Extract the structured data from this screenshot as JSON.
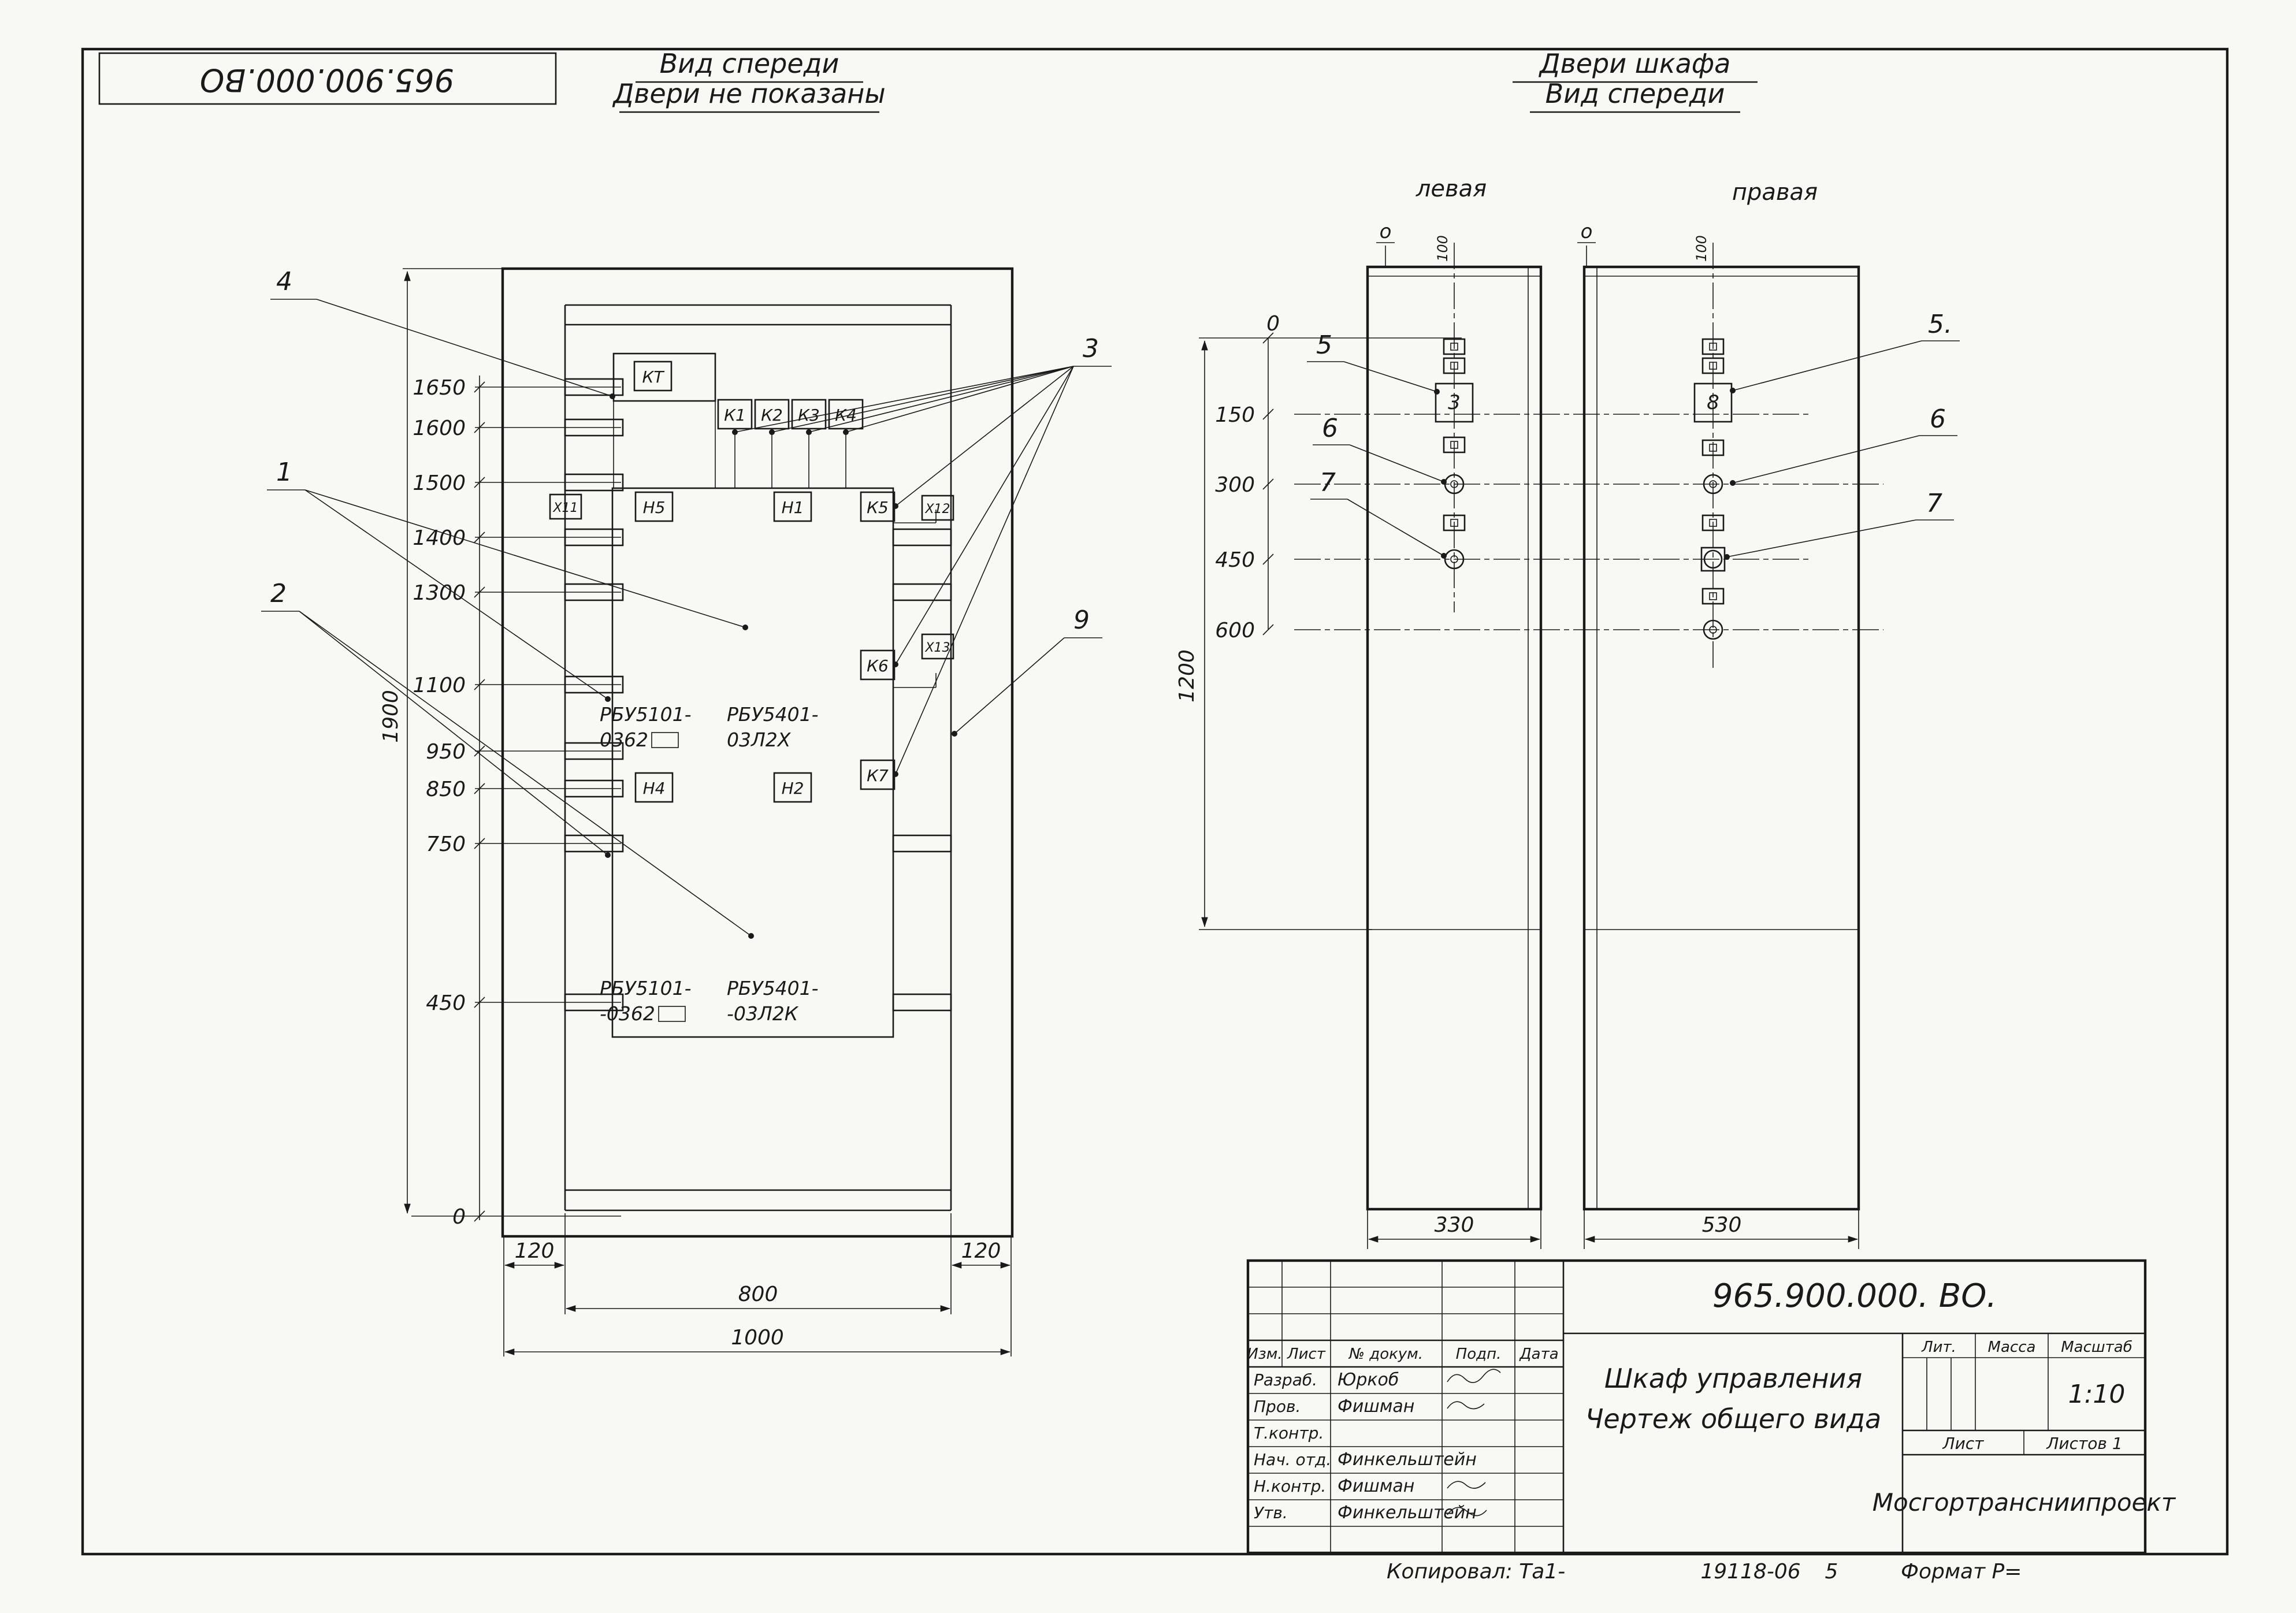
{
  "frame": {
    "doc_number_flipped": "965.900.000.ВО"
  },
  "front_view": {
    "title1": "Вид спереди",
    "title2": "Двери не показаны",
    "height_labels": [
      "1650",
      "1600",
      "1500",
      "1400",
      "1300",
      "1100",
      "950",
      "850",
      "750",
      "450"
    ],
    "zero_label": "0",
    "overall_height": "1900",
    "dim_120_left": "120",
    "dim_120_right": "120",
    "dim_800": "800",
    "dim_1000": "1000",
    "callout_1": "1",
    "callout_2": "2",
    "callout_3": "3",
    "callout_4": "4",
    "callout_9": "9",
    "comp": {
      "kt": "КТ",
      "k1": "К1",
      "k2": "К2",
      "k3": "К3",
      "k4": "К4",
      "k5": "К5",
      "k6": "К6",
      "k7": "К7",
      "h5": "Н5",
      "h1": "Н1",
      "h2": "Н2",
      "h4": "Н4",
      "x11": "Х11",
      "x12": "Х12",
      "x13": "Х13"
    },
    "rbu": {
      "top_left_1": "РБУ5101-",
      "top_left_2": "0362",
      "top_center_1": "РБУ5401-",
      "top_center_2": "03Л2Х",
      "bot_left_1": "РБУ5101-",
      "bot_left_2": "-0362",
      "bot_center_1": "РБУ5401-",
      "bot_center_2": "-03Л2К"
    }
  },
  "doors_view": {
    "title1": "Двери шкафа",
    "title2": "Вид спереди",
    "left_label": "левая",
    "right_label": "правая",
    "zero_left": "о",
    "zero_right": "о",
    "zero_dim": "0",
    "row_labels": [
      "150",
      "300",
      "450",
      "600"
    ],
    "overall_height": "1200",
    "offset_left": "100",
    "offset_right": "100",
    "width_left": "330",
    "width_right": "530",
    "device_left": "3",
    "device_right": "8",
    "callout_5_left": "5",
    "callout_6_left": "6",
    "callout_7_left": "7",
    "callout_5_right": "5.",
    "callout_6_right": "6",
    "callout_7_right": "7"
  },
  "title_block": {
    "doc_number": "965.900.000. ВО.",
    "product": "Шкаф управления",
    "doc_type": "Чертеж общего вида",
    "header": {
      "izm": "Изм.",
      "list": "Лист",
      "docnum": "№ докум.",
      "podp": "Подп.",
      "data": "Дата"
    },
    "rows": [
      {
        "role": "Разраб.",
        "name": "Юркоб"
      },
      {
        "role": "Пров.",
        "name": "Фишман"
      },
      {
        "role": "Т.контр.",
        "name": ""
      },
      {
        "role": "Нач. отд.",
        "name": "Финкельштейн"
      },
      {
        "role": "Н.контр.",
        "name": "Фишман"
      },
      {
        "role": "Утв.",
        "name": "Финкельштейн"
      }
    ],
    "lit_label": "Лит.",
    "massa_label": "Масса",
    "masshtab_label": "Масштаб",
    "scale": "1:10",
    "list_label": "Лист",
    "listov_label": "Листов 1",
    "org": "Мосгортрансниипроект"
  },
  "footer": {
    "kopiroval": "Копировал: Та1-",
    "code": "19118-06",
    "sheet": "5",
    "format": "Формат Р="
  }
}
